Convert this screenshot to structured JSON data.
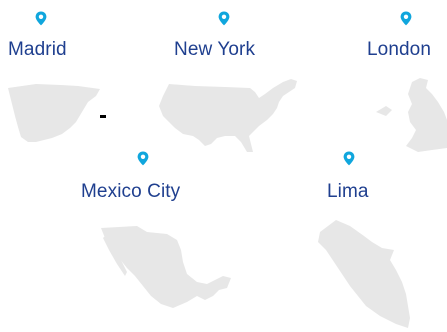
{
  "offices": [
    {
      "city": "Madrid",
      "icon": "map-pin-icon",
      "map": "spain-map"
    },
    {
      "city": "New York",
      "icon": "map-pin-icon",
      "map": "usa-map"
    },
    {
      "city": "London",
      "icon": "map-pin-icon",
      "map": "uk-map"
    },
    {
      "city": "Mexico City",
      "icon": "map-pin-icon",
      "map": "mexico-map"
    },
    {
      "city": "Lima",
      "icon": "map-pin-icon",
      "map": "peru-map"
    }
  ],
  "colors": {
    "pin": "#10a6dd",
    "city_text": "#1f3f8f",
    "map_fill": "#e7e7e7",
    "background": "#ffffff"
  }
}
